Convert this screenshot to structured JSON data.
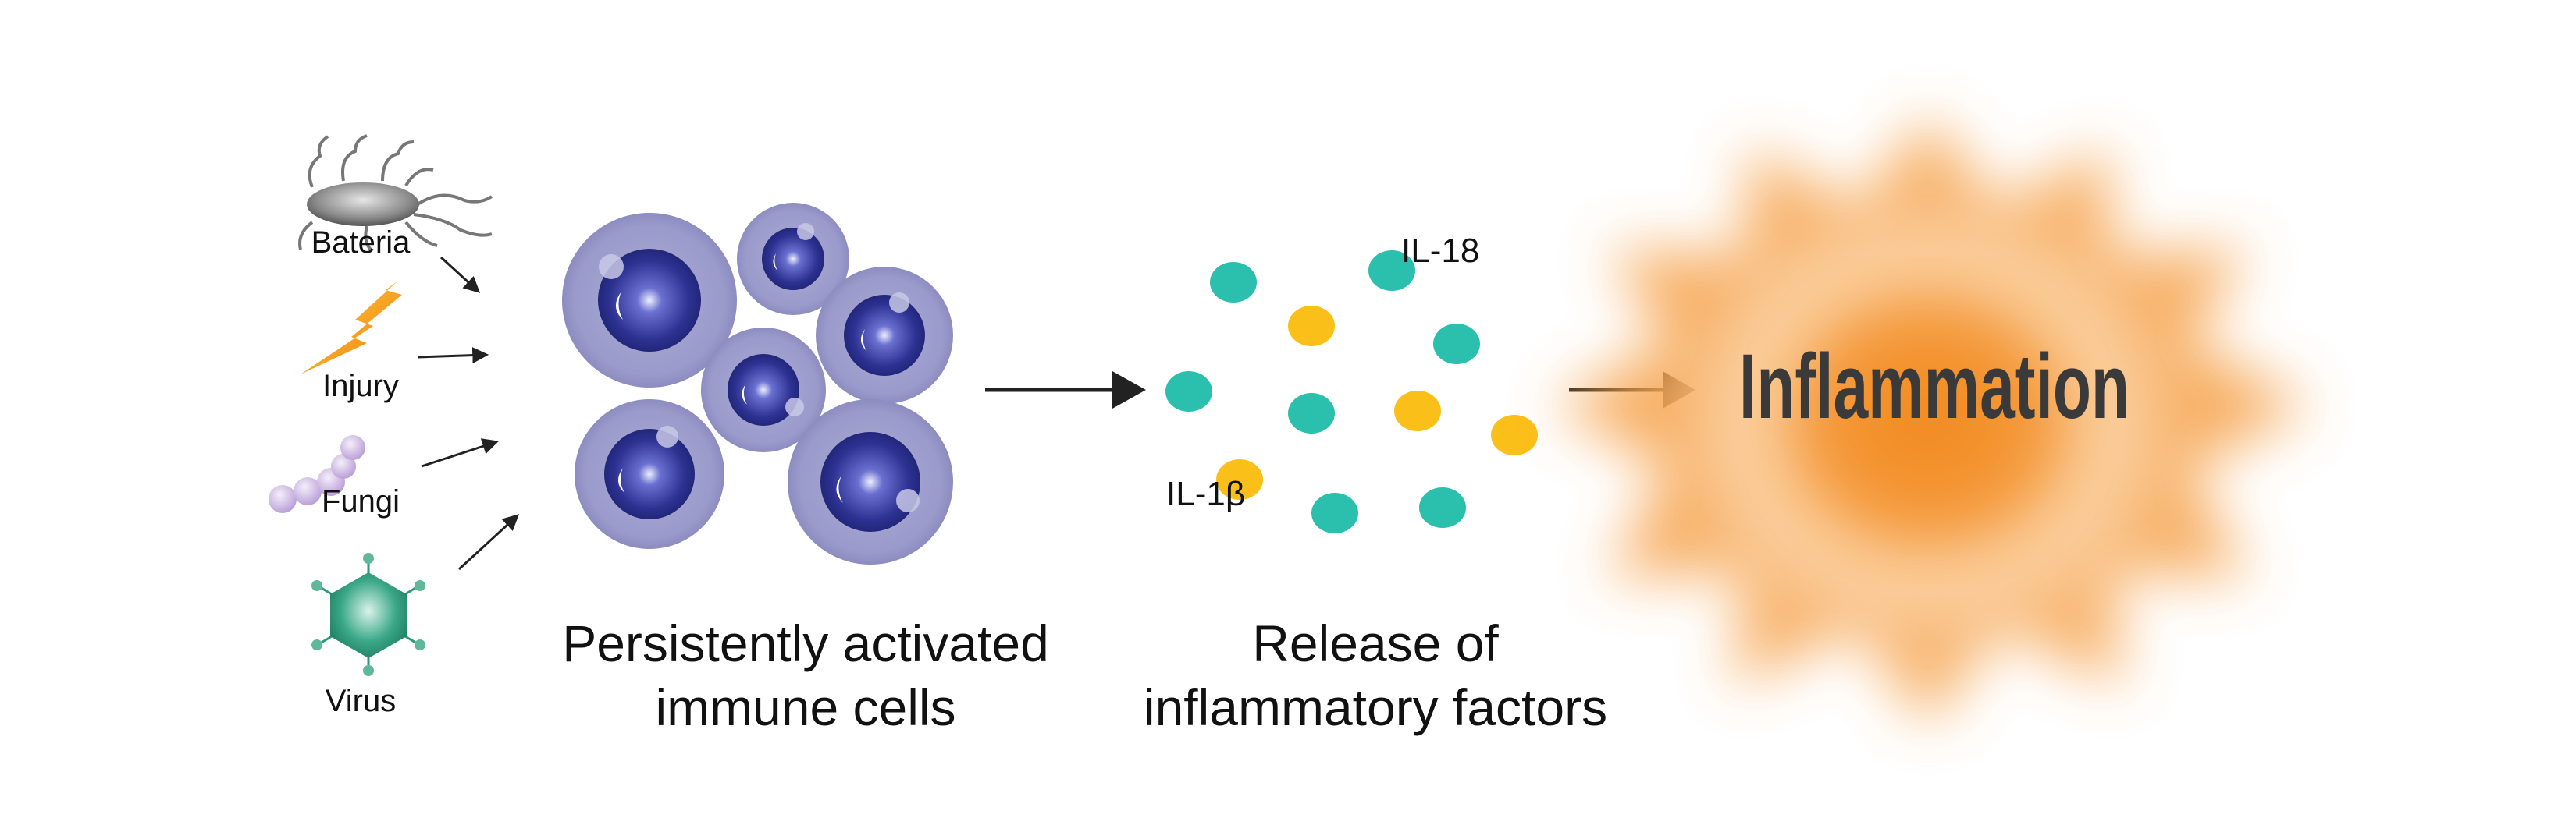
{
  "triggers": {
    "bacteria_label": "Bateria",
    "injury_label": "Injury",
    "fungi_label": "Fungi",
    "virus_label": "Virus"
  },
  "immune_cells": {
    "caption_line1": "Persistently activated",
    "caption_line2": "immune cells"
  },
  "factors": {
    "il18_label": "IL-18",
    "il1b_label": "IL-1β",
    "caption_line1": "Release of",
    "caption_line2": "inflammatory factors"
  },
  "outcome": {
    "label": "Inflammation"
  },
  "colors": {
    "cell_outer": "#9c9ccc",
    "cell_nucleus": "#2a2f8f",
    "factor_teal": "#2bbfad",
    "factor_yellow": "#fbbf1a",
    "inflammation_orange": "#f4871e",
    "arrow": "#222222",
    "virus_green": "#2a9a7a",
    "fungi_lilac": "#cdb7e2",
    "injury_orange": "#f6a21e"
  },
  "icons": [
    "bacteria-icon",
    "lightning-icon",
    "fungi-icon",
    "virus-icon",
    "arrow-icon"
  ]
}
